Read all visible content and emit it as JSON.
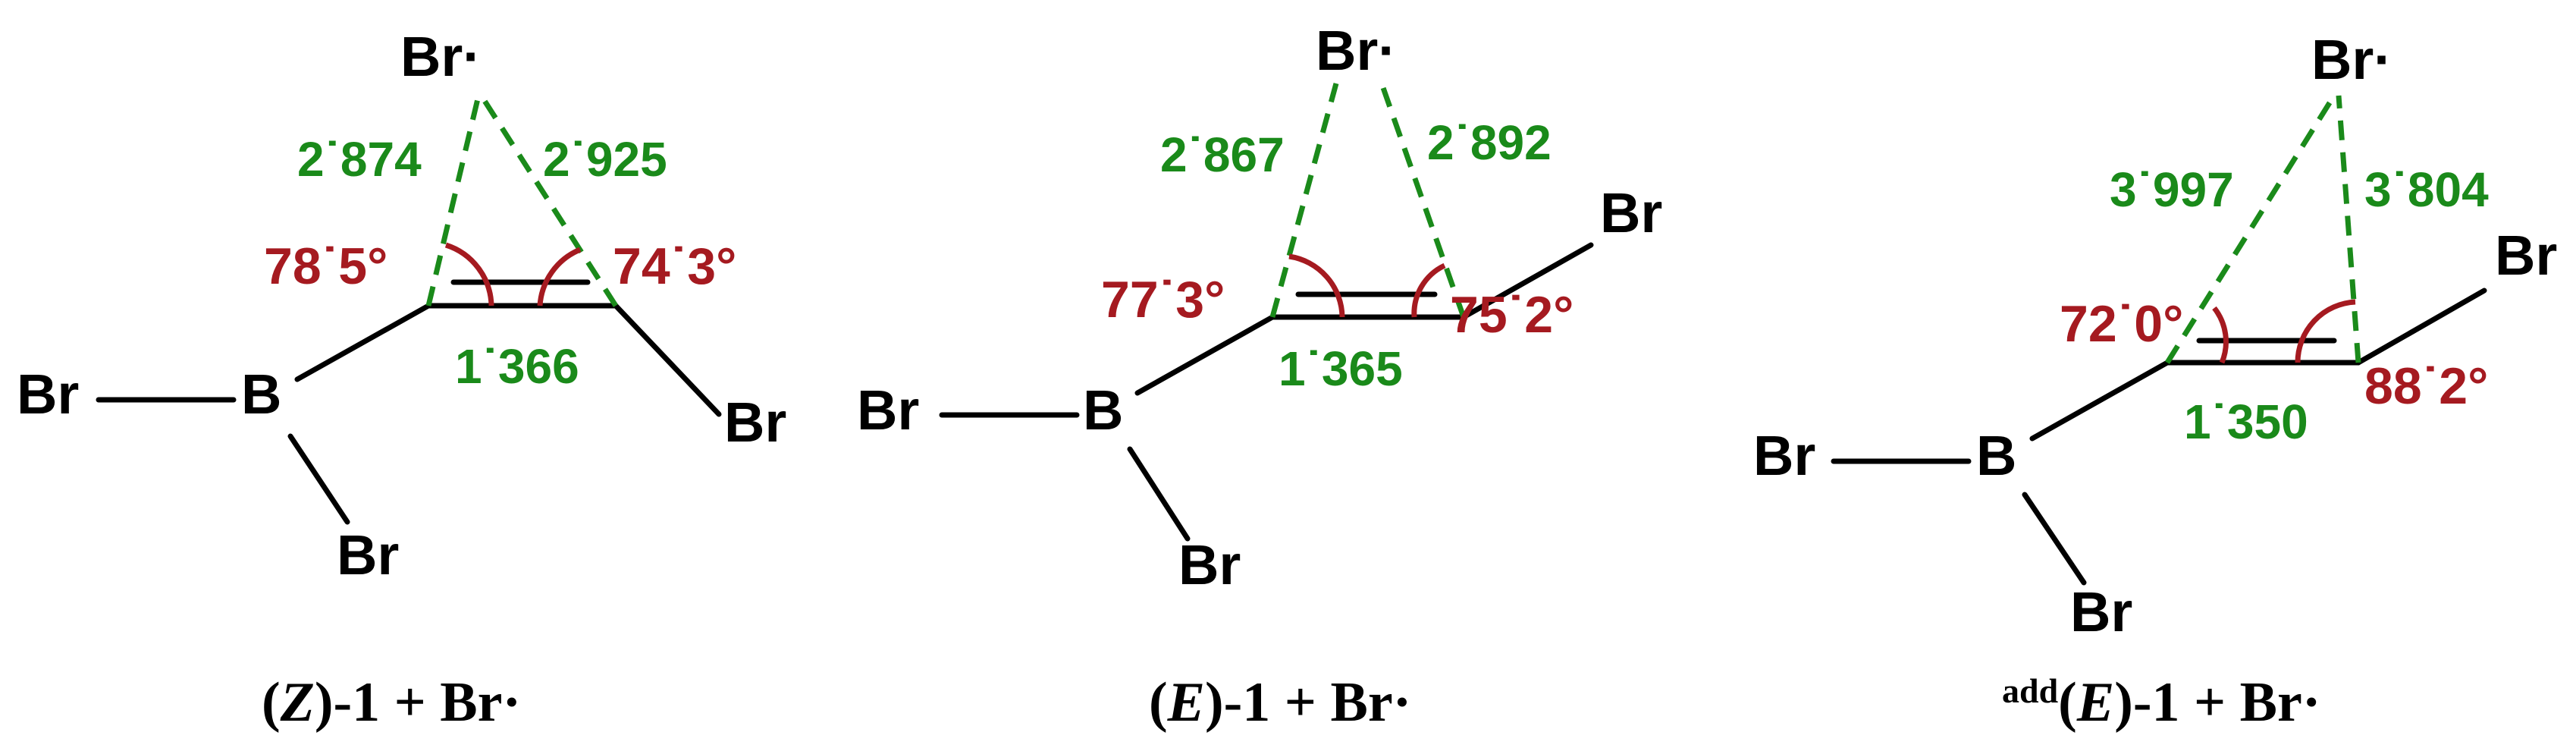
{
  "colors": {
    "distance": "#1a8a1a",
    "angle": "#a51a20",
    "bond": "#000000"
  },
  "panels": [
    {
      "caption": {
        "pre": "(",
        "italic": "Z",
        "post": ")-1 + Br·",
        "sup": ""
      },
      "atoms": {
        "br_top": "Br·",
        "br_left": "Br",
        "boron": "B",
        "br_bottom": "Br",
        "br_right": "Br"
      },
      "distances": {
        "left": "2˙874",
        "right": "2˙925",
        "double_bond": "1˙366"
      },
      "angles": {
        "left": "78˙5°",
        "right": "74˙3°"
      }
    },
    {
      "caption": {
        "pre": "(",
        "italic": "E",
        "post": ")-1 + Br·",
        "sup": ""
      },
      "atoms": {
        "br_top": "Br·",
        "br_left": "Br",
        "boron": "B",
        "br_bottom": "Br",
        "br_right": "Br"
      },
      "distances": {
        "left": "2˙867",
        "right": "2˙892",
        "double_bond": "1˙365"
      },
      "angles": {
        "left": "77˙3°",
        "right": "75˙2°"
      }
    },
    {
      "caption": {
        "pre": "(",
        "italic": "E",
        "post": ")-1 + Br·",
        "sup": "add"
      },
      "atoms": {
        "br_top": "Br·",
        "br_left": "Br",
        "boron": "B",
        "br_bottom": "Br",
        "br_right": "Br"
      },
      "distances": {
        "left": "3˙997",
        "right": "3˙804",
        "double_bond": "1˙350"
      },
      "angles": {
        "left": "72˙0°",
        "right": "88˙2°"
      }
    }
  ]
}
